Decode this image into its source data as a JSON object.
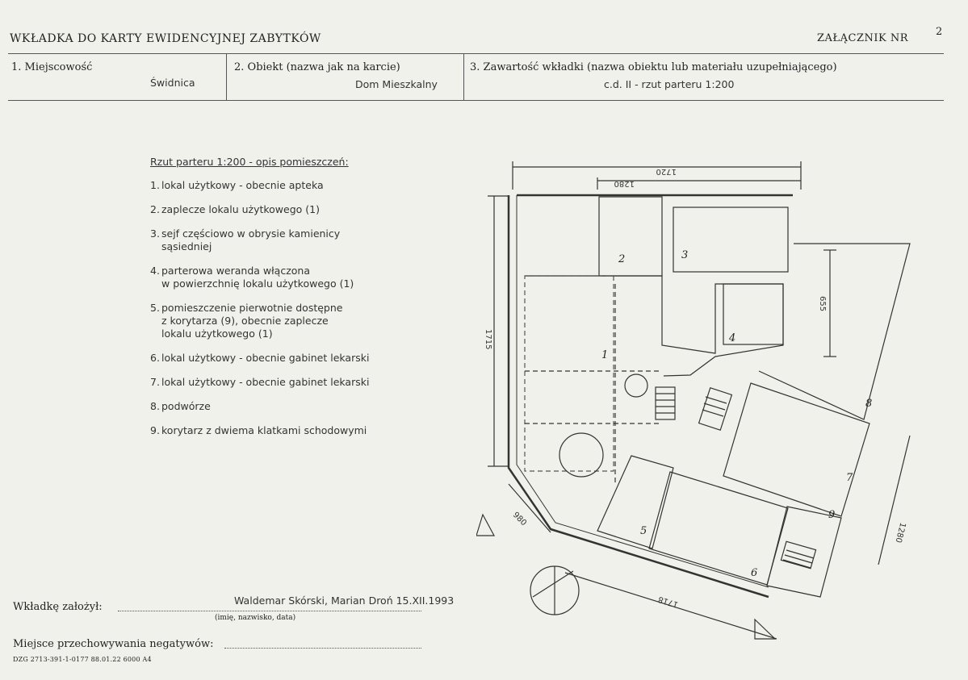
{
  "header": {
    "title": "WKŁADKA DO KARTY EWIDENCYJNEJ ZABYTKÓW",
    "right_label": "ZAŁĄCZNIK NR",
    "number": "2"
  },
  "fields": {
    "f1_label": "1. Miejscowość",
    "f1_value": "Świdnica",
    "f2_label": "2. Obiekt (nazwa jak na karcie)",
    "f2_value": "Dom Mieszkalny",
    "f3_label": "3. Zawartość wkładki (nazwa obiektu lub materiału uzupełniającego)",
    "f3_value": "c.d. II - rzut parteru 1:200"
  },
  "legend": {
    "heading": "Rzut parteru 1:200 - opis pomieszczeń:",
    "items": [
      {
        "n": "1.",
        "t": "lokal użytkowy - obecnie apteka"
      },
      {
        "n": "2.",
        "t": "zaplecze lokalu użytkowego (1)"
      },
      {
        "n": "3.",
        "t": "sejf częściowo w obrysie kamienicy\n   sąsiedniej"
      },
      {
        "n": "4.",
        "t": "parterowa weranda włączona\n   w powierzchnię lokalu użytkowego (1)"
      },
      {
        "n": "5.",
        "t": "pomieszczenie pierwotnie dostępne\n   z korytarza (9), obecnie zaplecze\n   lokalu użytkowego (1)"
      },
      {
        "n": "6.",
        "t": "lokal użytkowy - obecnie gabinet lekarski"
      },
      {
        "n": "7.",
        "t": "lokal użytkowy - obecnie gabinet lekarski"
      },
      {
        "n": "8.",
        "t": "podwórze"
      },
      {
        "n": "9.",
        "t": "korytarz z dwiema klatkami schodowymi"
      }
    ]
  },
  "plan": {
    "dim_top_outer": "1720",
    "dim_top_inner": "1280",
    "dim_left": "1715",
    "dim_right": "655",
    "dim_right_lower": "1280",
    "dim_bottom": "1718",
    "dim_bottom_left": "980",
    "room_labels": [
      "1",
      "2",
      "3",
      "4",
      "5",
      "6",
      "7",
      "8",
      "9"
    ]
  },
  "footer": {
    "founded_label": "Wkładkę założył:",
    "founded_value": "Waldemar Skórski, Marian Droń 15.XII.1993",
    "founded_hint": "(imię, nazwisko, data)",
    "storage_label": "Miejsce przechowywania negatywów:",
    "code": "DZG 2713-391-1-0177 88.01.22 6000 A4"
  }
}
